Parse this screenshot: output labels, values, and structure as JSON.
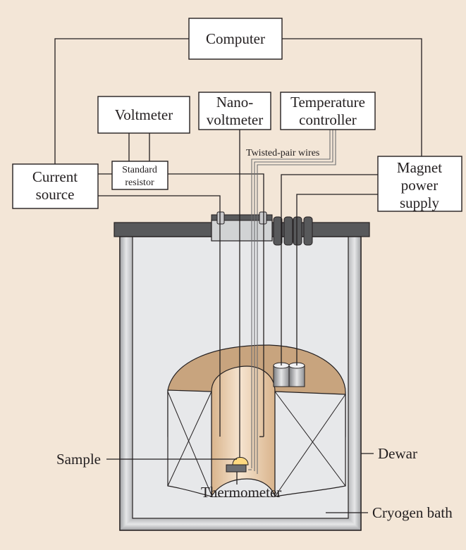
{
  "labels": {
    "computer": "Computer",
    "voltmeter": "Voltmeter",
    "nanovoltmeter_l1": "Nano-",
    "nanovoltmeter_l2": "voltmeter",
    "temp_controller_l1": "Temperature",
    "temp_controller_l2": "controller",
    "current_source_l1": "Current",
    "current_source_l2": "source",
    "standard_resistor_l1": "Standard",
    "standard_resistor_l2": "resistor",
    "magnet_supply_l1": "Magnet",
    "magnet_supply_l2": "power",
    "magnet_supply_l3": "supply",
    "twisted_pair": "Twisted-pair wires",
    "dewar": "Dewar",
    "sample": "Sample",
    "thermometer": "Thermometer",
    "cryogen_bath": "Cryogen bath"
  },
  "colors": {
    "background": "#f3e6d7",
    "dewar_wall": "#c9c9cb",
    "cryogen": "#e7e8ea",
    "magnet_top": "#c8a47e",
    "bore": "#ecd3b6",
    "lid": "#58595b",
    "line": "#231f20"
  }
}
